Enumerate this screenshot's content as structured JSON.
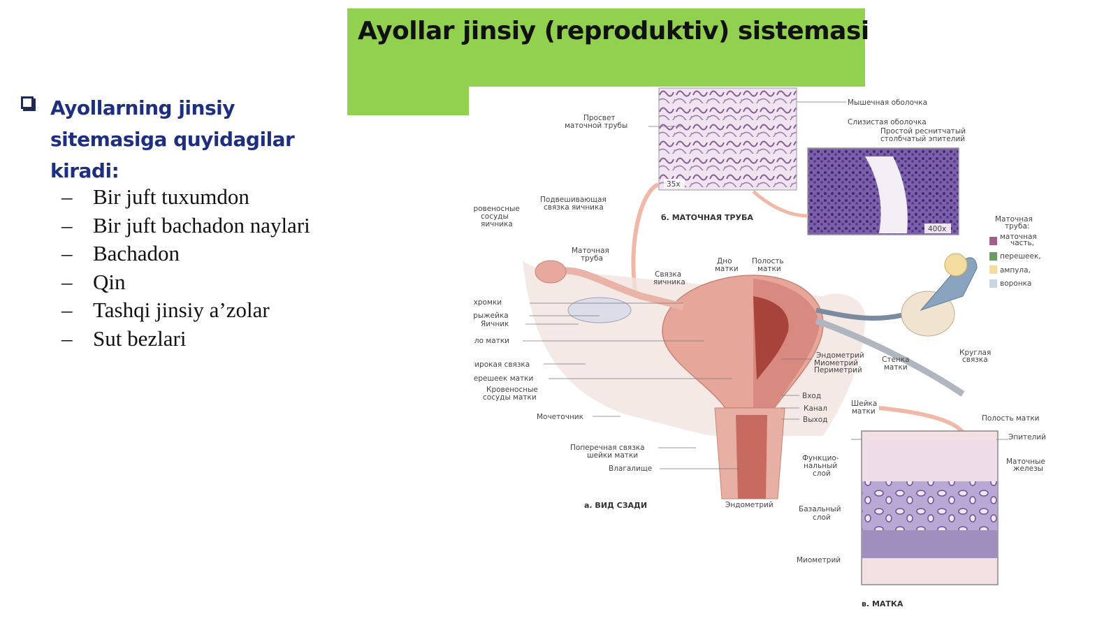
{
  "title": "Ayollar jinsiy (reproduktiv) sistemasi",
  "heading": "Ayollarning jinsiy sitemasiga quyidagilar kiradi:",
  "items": [
    "Bir juft tuxumdon",
    "Bir juft bachadon naylari",
    "Bachadon",
    "Qin",
    "Tashqi jinsiy a’zolar",
    "Sut bezlari"
  ],
  "bullet_dash": "–",
  "figure": {
    "labels": {
      "myshechnaya": "Мышечная оболочка",
      "prosvet1": "Просвет",
      "prosvet2": "маточной трубы",
      "slizistaya": "Слизистая оболочка",
      "prostoy1": "Простой реснитчатый",
      "prostoy2": "столбчатый эпителий",
      "mag35": "35x",
      "mag400": "400x",
      "b_caption": "б. МАТОЧНАЯ ТРУБА",
      "krov1": "Кровеносные",
      "krov2": "сосуды",
      "krov3": "яичника",
      "podvesh1": "Подвешивающая",
      "podvesh2": "связка яичника",
      "matochnaya1": "Маточная",
      "matochnaya2": "труба",
      "svyazka1": "Связка",
      "svyazka2": "яичника",
      "dno1": "Дно",
      "dno2": "матки",
      "polost1": "Полость",
      "polost2": "матки",
      "legend_title1": "Маточная",
      "legend_title2": "труба:",
      "legend1a": "маточная",
      "legend1b": "часть,",
      "legend2": "перешеек,",
      "legend3": "ампула,",
      "legend4": "воронка",
      "bakhromki": "Бахромки",
      "bryzheyka": "Брыжейка",
      "yaichnik": "Яичник",
      "telo": "Тело матки",
      "shirokaya": "Широкая связка",
      "peresheek": "Перешеек матки",
      "krovm1": "Кровеносные",
      "krovm2": "сосуды матки",
      "mochetochnik": "Мочеточник",
      "poperech1": "Поперечная связка",
      "poperech2": "шейки матки",
      "vlagalishche": "Влагалище",
      "a_caption": "а. ВИД СЗАДИ",
      "endometriy": "Эндометрий",
      "miometriy": "Миометрий",
      "perimetriy": "Периметрий",
      "stenka1": "Стенка",
      "stenka2": "матки",
      "kruglaya1": "Круглая",
      "kruglaya2": "связка",
      "vkhod": "Вход",
      "kanal": "Канал",
      "vykhod": "Выход",
      "sheyka1": "Шейка",
      "sheyka2": "матки",
      "polost_matki": "Полость матки",
      "epiteliy": "Эпителий",
      "zhelezy1": "Маточные",
      "zhelezy2": "железы",
      "funk1": "Функцио-",
      "funk2": "нальный",
      "funk3": "слой",
      "endometriy2": "Эндометрий",
      "bazal1": "Базальный",
      "bazal2": "слой",
      "miometriy2": "Миометрий",
      "v_caption": "в. МАТКА"
    },
    "colors": {
      "title_bg": "#92d050",
      "heading": "#1f2f80",
      "legend_uterine": "#a0608a",
      "legend_isthmus": "#6e9a6a",
      "legend_ampulla": "#f2dca0",
      "legend_infundibulum": "#c9d6e2"
    }
  }
}
